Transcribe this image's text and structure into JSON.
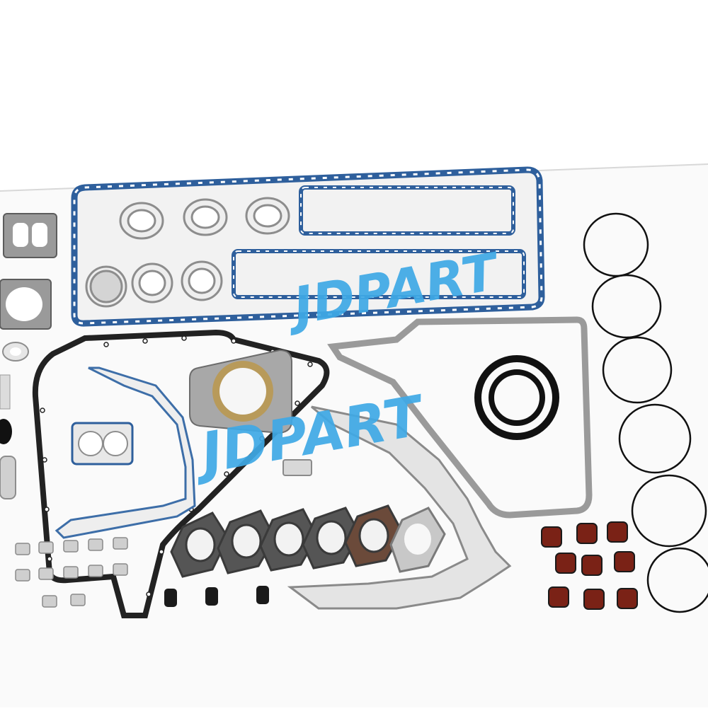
{
  "photo": {
    "subject": "engine-full-gasket-kit",
    "background_color": "#ffffff",
    "table_color": "#f4f4f4"
  },
  "watermark": {
    "text_1": "JDPART",
    "text_2": "JDPART",
    "color": "#3fa9e6"
  },
  "colors": {
    "gasket_gray": "#9a9a9a",
    "gasket_dark": "#2a2a2a",
    "gasket_blue": "#2e5f9c",
    "seal_brown": "#b89a5a",
    "valve_seal_red": "#7a2216",
    "oring_black": "#111111"
  }
}
